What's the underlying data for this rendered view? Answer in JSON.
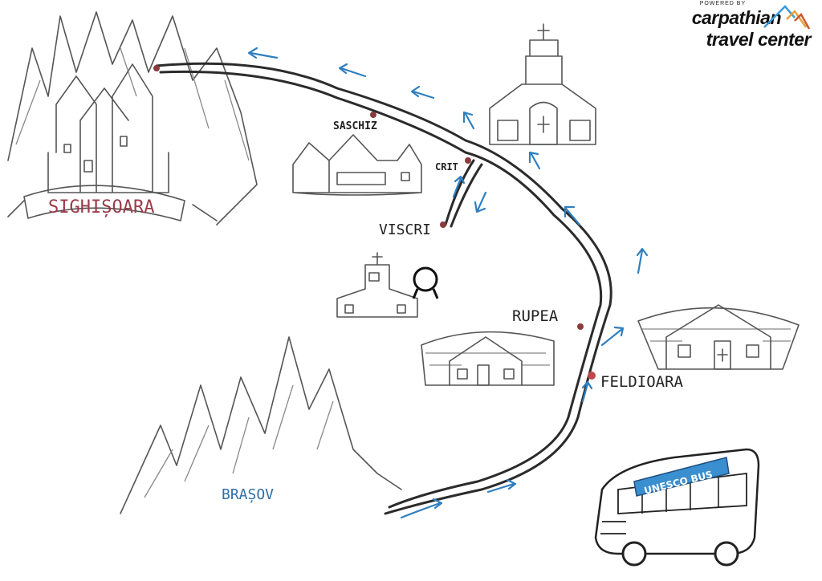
{
  "logo": {
    "powered_by": "POWERED BY",
    "line1": "carpathian",
    "line2": "travel center"
  },
  "places": {
    "sighisoara": "SIGHIȘOARA",
    "saschiz": "SASCHIZ",
    "crit": "CRIT",
    "viscri": "VISCRI",
    "rupea": "RUPEA",
    "feldioara": "FELDIOARA",
    "brasov": "BRAȘOV"
  },
  "bus": {
    "label": "UNESCO BUS"
  },
  "colors": {
    "route_arrow": "#2f7fc0",
    "pin": "#8a3b3b",
    "sighisoara_label": "#9b3b4a",
    "brasov_label": "#2f6fa8",
    "bus_sign": "#3a8fd0"
  }
}
